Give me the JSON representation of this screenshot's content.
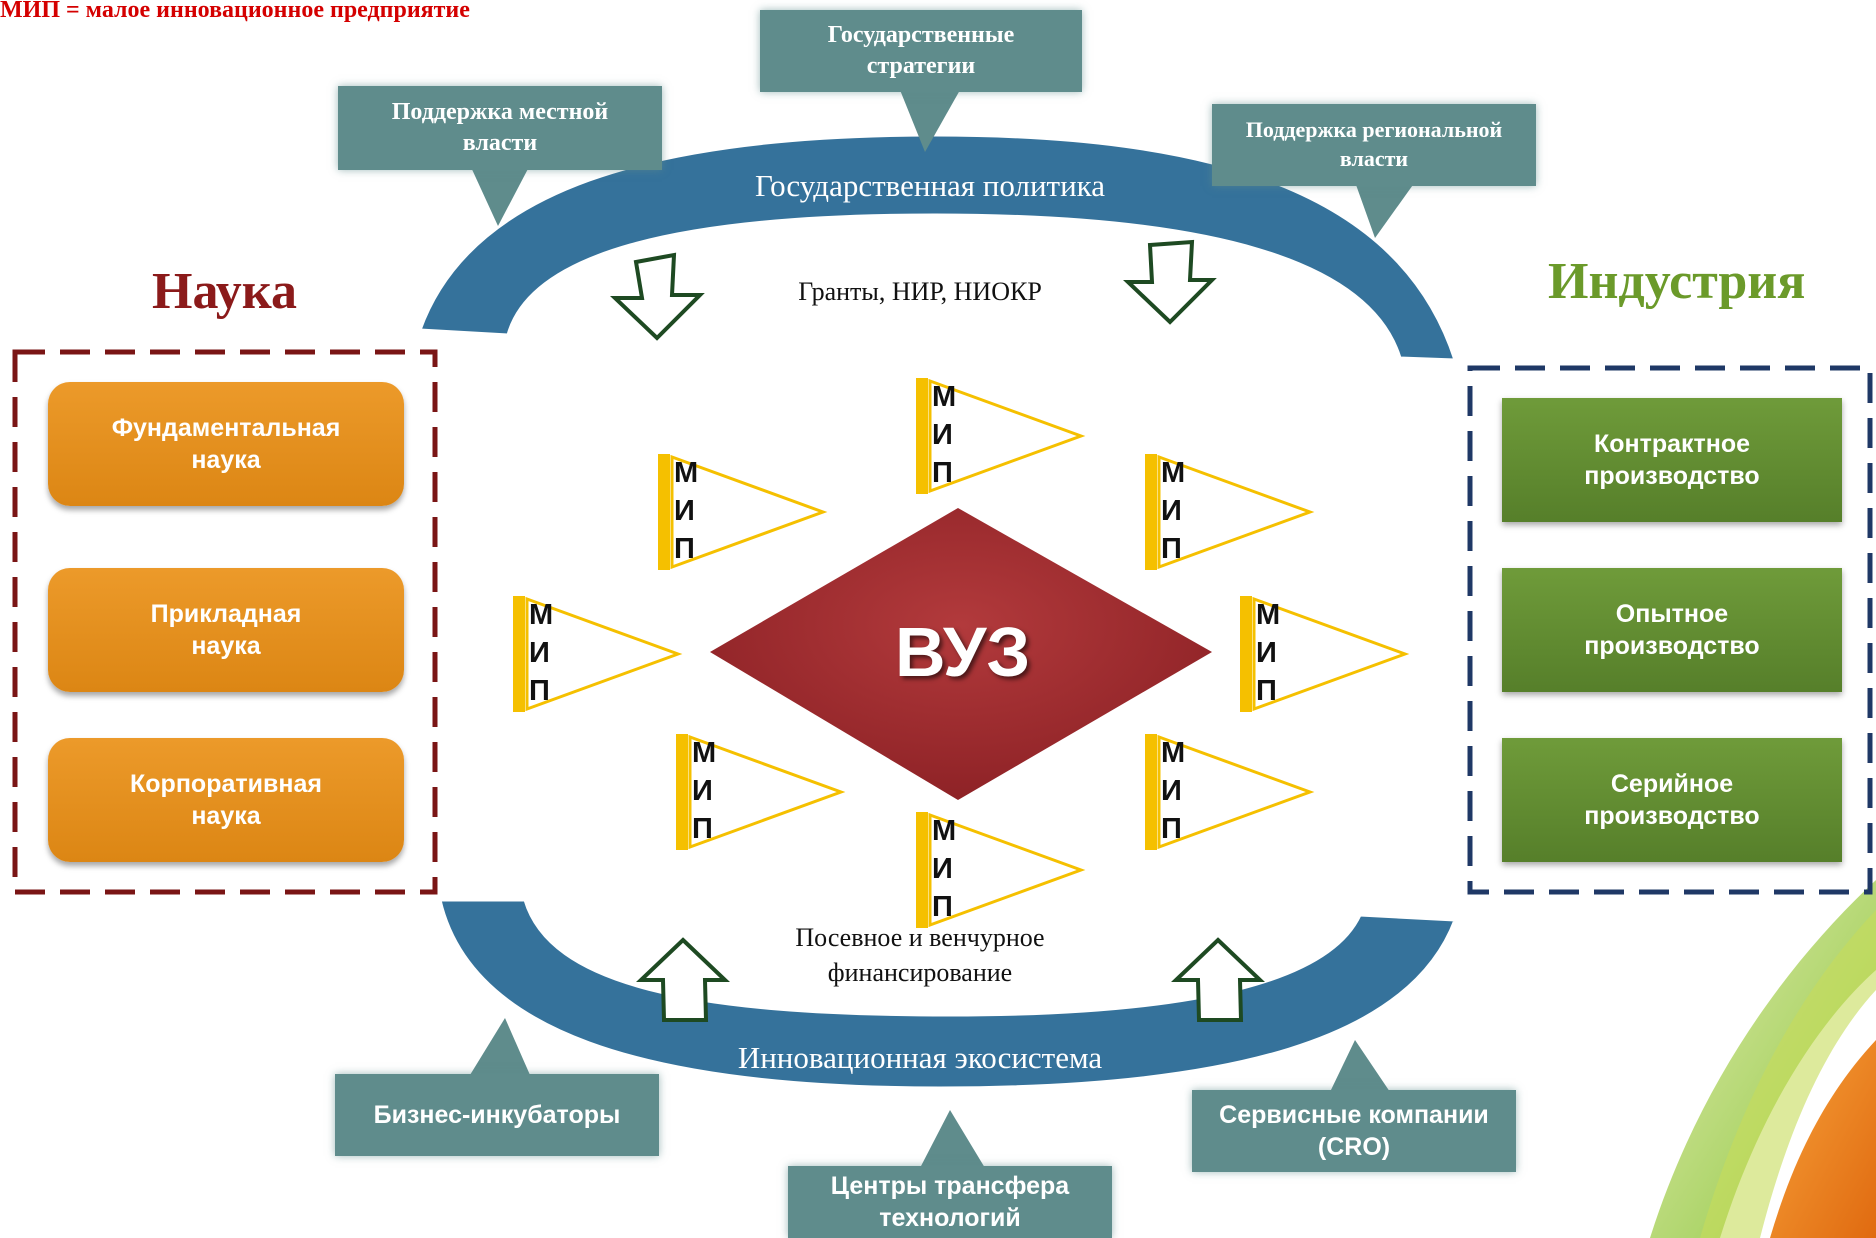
{
  "note": "МИП = малое инновационное предприятие",
  "top_callouts": {
    "state_strategies": "Государственные стратегии",
    "local_support": "Поддержка местной власти",
    "regional_support": "Поддержка региональной власти"
  },
  "top_arc_label": "Государственная политика",
  "grants_label": "Гранты, НИР, НИОКР",
  "science": {
    "title": "Наука",
    "items": [
      "Фундаментальная наука",
      "Прикладная наука",
      "Корпоративная наука"
    ]
  },
  "industry": {
    "title": "Индустрия",
    "items": [
      "Контрактное производство",
      "Опытное производство",
      "Серийное производство"
    ]
  },
  "center_label": "ВУЗ",
  "mip_letters": [
    "М",
    "И",
    "П"
  ],
  "funding_label": "Посевное и венчурное финансирование",
  "bottom_arc_label": "Инновационная экосистема",
  "bottom_callouts": {
    "incubators": "Бизнес-инкубаторы",
    "service_companies": "Сервисные компании (CRO)",
    "transfer_centers": "Центры трансфера технологий"
  },
  "colors": {
    "arc_blue": "#2f6e98",
    "callout_teal": "#5f8c8c",
    "science_red": "#8b1a1a",
    "industry_green": "#6b9a2a",
    "science_orange": "#e38f1e",
    "industry_box_green": "#62902f",
    "mip_yellow": "#f5c000",
    "vuz_red": "#9e2b2f",
    "industry_frame_blue": "#1f3866"
  }
}
